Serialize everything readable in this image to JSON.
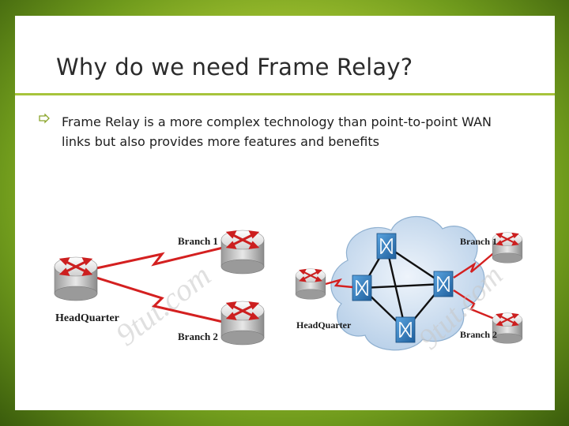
{
  "slide": {
    "title": "Why do we need Frame Relay?",
    "bullets": [
      "Frame Relay is  a more complex technology than point-to-point WAN links but also provides more features and benefits"
    ]
  },
  "diagram": {
    "left": {
      "hq_label": "HeadQuarter",
      "branch1_label": "Branch 1",
      "branch2_label": "Branch 2"
    },
    "right": {
      "hq_label": "HeadQuarter",
      "branch1_label": "Branch 1",
      "branch2_label": "Branch 2"
    },
    "watermark_left": "9tut.com",
    "watermark_right": "9tut.com"
  },
  "colors": {
    "accent": "#a7c43b",
    "link_red": "#d42020",
    "cloud_blue": "#c9dcee",
    "switch_blue": "#2e7cc0"
  },
  "icons": [
    "bullet-arrow-icon",
    "router-icon",
    "frame-relay-switch-icon",
    "cloud-icon",
    "lightning-link-icon"
  ]
}
